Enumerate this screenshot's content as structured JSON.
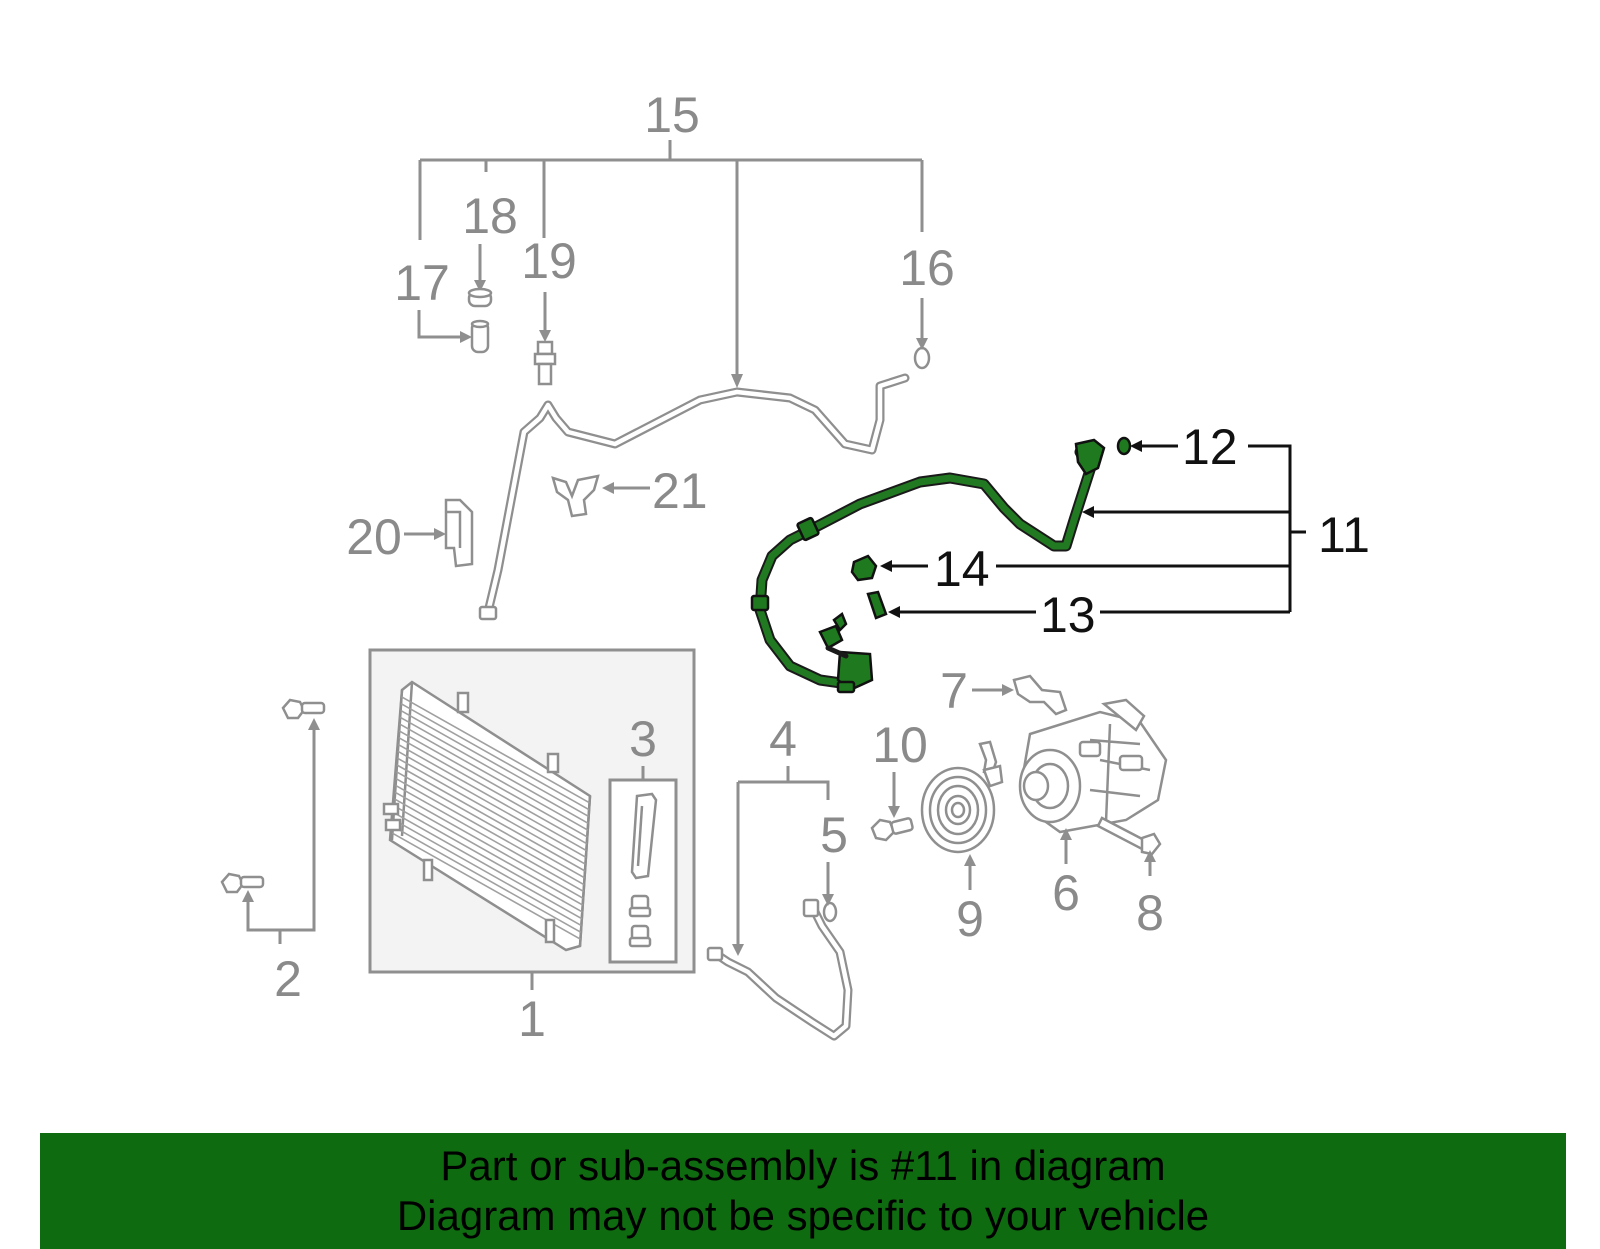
{
  "callouts": {
    "c1": "1",
    "c2": "2",
    "c3": "3",
    "c4": "4",
    "c5": "5",
    "c6": "6",
    "c7": "7",
    "c8": "8",
    "c9": "9",
    "c10": "10",
    "c11": "11",
    "c12": "12",
    "c13": "13",
    "c14": "14",
    "c15": "15",
    "c16": "16",
    "c17": "17",
    "c18": "18",
    "c19": "19",
    "c20": "20",
    "c21": "21"
  },
  "highlighted_part": "11",
  "banner": {
    "line1": "Part or sub-assembly is #11 in diagram",
    "line2": "Diagram may not be specific to your vehicle"
  },
  "colors": {
    "highlight_green": "#217a21",
    "banner_green": "#0f6b0f",
    "inactive_gray": "#8f8f8f"
  }
}
